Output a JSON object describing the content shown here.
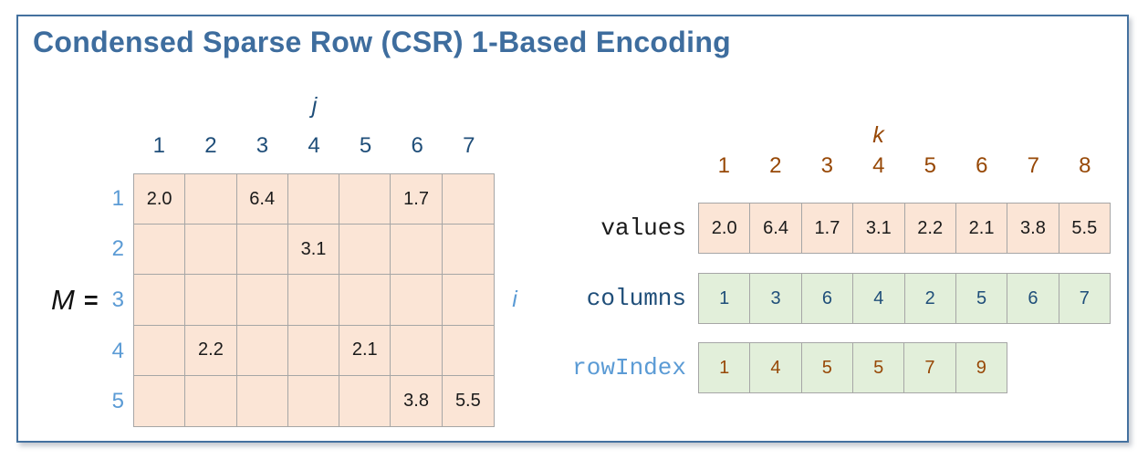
{
  "title": "Condensed Sparse Row (CSR) 1-Based Encoding",
  "matrix": {
    "name_letter": "M",
    "equals_sign": "=",
    "col_axis_label": "j",
    "row_axis_label": "i",
    "col_headers": [
      "1",
      "2",
      "3",
      "4",
      "5",
      "6",
      "7"
    ],
    "row_headers": [
      "1",
      "2",
      "3",
      "4",
      "5"
    ],
    "cells": [
      [
        "2.0",
        "",
        "6.4",
        "",
        "",
        "1.7",
        ""
      ],
      [
        "",
        "",
        "",
        "3.1",
        "",
        "",
        ""
      ],
      [
        "",
        "",
        "",
        "",
        "",
        "",
        ""
      ],
      [
        "",
        "2.2",
        "",
        "",
        "2.1",
        "",
        ""
      ],
      [
        "",
        "",
        "",
        "",
        "",
        "3.8",
        "5.5"
      ]
    ]
  },
  "arrays": {
    "k_axis_label": "k",
    "k_headers": [
      "1",
      "2",
      "3",
      "4",
      "5",
      "6",
      "7",
      "8"
    ],
    "rows": [
      {
        "label": "values",
        "values": [
          "2.0",
          "6.4",
          "1.7",
          "3.1",
          "2.2",
          "2.1",
          "3.8",
          "5.5"
        ]
      },
      {
        "label": "columns",
        "values": [
          "1",
          "3",
          "6",
          "4",
          "2",
          "5",
          "6",
          "7"
        ]
      },
      {
        "label": "rowIndex",
        "values": [
          "1",
          "4",
          "5",
          "5",
          "7",
          "9"
        ]
      }
    ]
  },
  "colors": {
    "title": "#3e6d9e",
    "frame_border": "#44719f",
    "dark_blue": "#1f4e79",
    "light_blue": "#5b9bd5",
    "brown": "#974806",
    "black_text": "#1a1a1a",
    "peach_fill": "#fbe5d6",
    "green_fill": "#e2efda",
    "cell_border": "#a6a6a6"
  }
}
